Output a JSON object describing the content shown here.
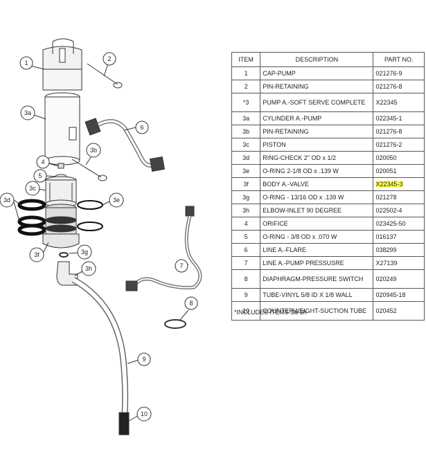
{
  "table": {
    "headers": {
      "item": "ITEM",
      "description": "DESCRIPTION",
      "part_no": "PART NO."
    },
    "rows": [
      {
        "item": "1",
        "description": "CAP-PUMP",
        "part_no": "021276-9"
      },
      {
        "item": "2",
        "description": "PIN-RETAINING",
        "part_no": "021276-8"
      },
      {
        "item": "*3",
        "description": "PUMP A.-SOFT SERVE COMPLETE",
        "part_no": "X22345"
      },
      {
        "item": "3a",
        "description": "CYLINDER A.-PUMP",
        "part_no": "022345-1"
      },
      {
        "item": "3b",
        "description": "PIN-RETAINING",
        "part_no": "021276-8"
      },
      {
        "item": "3c",
        "description": "PISTON",
        "part_no": "021276-2"
      },
      {
        "item": "3d",
        "description": "RING-CHECK 2\" OD x 1/2",
        "part_no": "020050"
      },
      {
        "item": "3e",
        "description": "O-RING 2-1/8 OD x .139 W",
        "part_no": "020051"
      },
      {
        "item": "3f",
        "description": "BODY A.-VALVE",
        "part_no": "X22345-3"
      },
      {
        "item": "3g",
        "description": "O-RING - 13/16 OD x .139 W",
        "part_no": "021278"
      },
      {
        "item": "3h",
        "description": "ELBOW-INLET 90 DEGREE",
        "part_no": "022502-4"
      },
      {
        "item": "4",
        "description": "ORIFICE",
        "part_no": "023425-50"
      },
      {
        "item": "5",
        "description": "O-RING - 3/8 OD x .070 W",
        "part_no": "016137"
      },
      {
        "item": "6",
        "description": "LINE A.-FLARE",
        "part_no": "038299"
      },
      {
        "item": "7",
        "description": "LINE A.-PUMP PRESSUSRE",
        "part_no": "X27139"
      },
      {
        "item": "8",
        "description": "DIAPHRAGM-PRESSURE SWITCH",
        "part_no": "020249"
      },
      {
        "item": "9",
        "description": "TUBE-VINYL 5/8 ID X 1/8 WALL",
        "part_no": "020945-18"
      },
      {
        "item": "10",
        "description": "COUNTERWEIGHT-SUCTION TUBE",
        "part_no": "020452"
      }
    ]
  },
  "footnote": "*INCLUDES ITEMS 3a-3h",
  "highlight_color": "#ffff55",
  "diagram": {
    "callouts": [
      "1",
      "2",
      "3a",
      "6",
      "3b",
      "4",
      "5",
      "3c",
      "3d",
      "3e",
      "3f",
      "3g",
      "3h",
      "7",
      "8",
      "9",
      "10"
    ]
  }
}
